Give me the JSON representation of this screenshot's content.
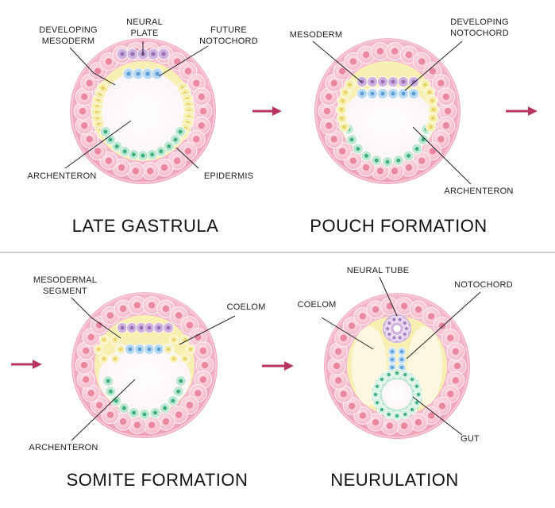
{
  "colors": {
    "outer_pink": "#f2a7bd",
    "outer_ring": "#f6c3d1",
    "cell_pink": "#f7c6d4",
    "nucleus_pink": "#e9889f",
    "yellow": "#f8efb3",
    "purple": "#cfb2de",
    "purple_nucleus": "#9a6fb4",
    "blue": "#b8d9f1",
    "blue_nucleus": "#5d9fd4",
    "green": "#bfe8d3",
    "green_nucleus": "#3fae80",
    "arrow": "#b7345f",
    "divider": "#888888"
  },
  "panels": [
    {
      "id": "late-gastrula",
      "title": "LATE  GASTRULA",
      "labels": [
        {
          "lines": [
            "DEVELOPING",
            "MESODERM"
          ]
        },
        {
          "lines": [
            "NEURAL",
            "PLATE"
          ]
        },
        {
          "lines": [
            "FUTURE",
            "NOTOCHORD"
          ]
        },
        {
          "lines": [
            "ARCHENTERON"
          ]
        },
        {
          "lines": [
            "EPIDERMIS"
          ]
        }
      ]
    },
    {
      "id": "pouch-formation",
      "title": "POUCH FORMATION",
      "labels": [
        {
          "lines": [
            "MESODERM"
          ]
        },
        {
          "lines": [
            "DEVELOPING",
            "NOTOCHORD"
          ]
        },
        {
          "lines": [
            "ARCHENTERON"
          ]
        }
      ]
    },
    {
      "id": "somite-formation",
      "title": "SOMITE  FORMATION",
      "labels": [
        {
          "lines": [
            "MESODERMAL",
            "SEGMENT"
          ]
        },
        {
          "lines": [
            "COELOM"
          ]
        },
        {
          "lines": [
            "ARCHENTERON"
          ]
        }
      ]
    },
    {
      "id": "neurulation",
      "title": "NEURULATION",
      "labels": [
        {
          "lines": [
            "NEURAL TUBE"
          ]
        },
        {
          "lines": [
            "NOTOCHORD"
          ]
        },
        {
          "lines": [
            "COELOM"
          ]
        },
        {
          "lines": [
            "GUT"
          ]
        }
      ]
    }
  ]
}
